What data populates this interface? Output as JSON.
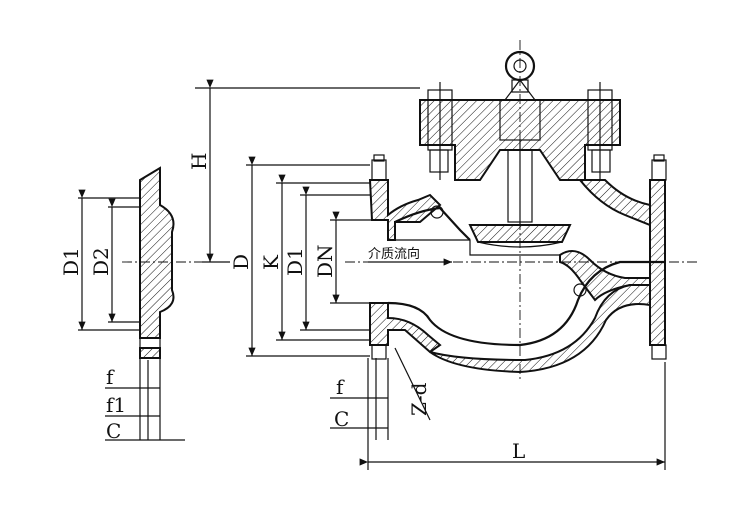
{
  "diagram": {
    "labels": {
      "D1_left": "D1",
      "D2": "D2",
      "f_left": "f",
      "f1": "f1",
      "C_left": "C",
      "H": "H",
      "D": "D",
      "K": "K",
      "D1_right": "D1",
      "DN": "DN",
      "flow_note": "介质流向",
      "f_right": "f",
      "C_right": "C",
      "Zd": "Z-d",
      "L": "L"
    }
  }
}
